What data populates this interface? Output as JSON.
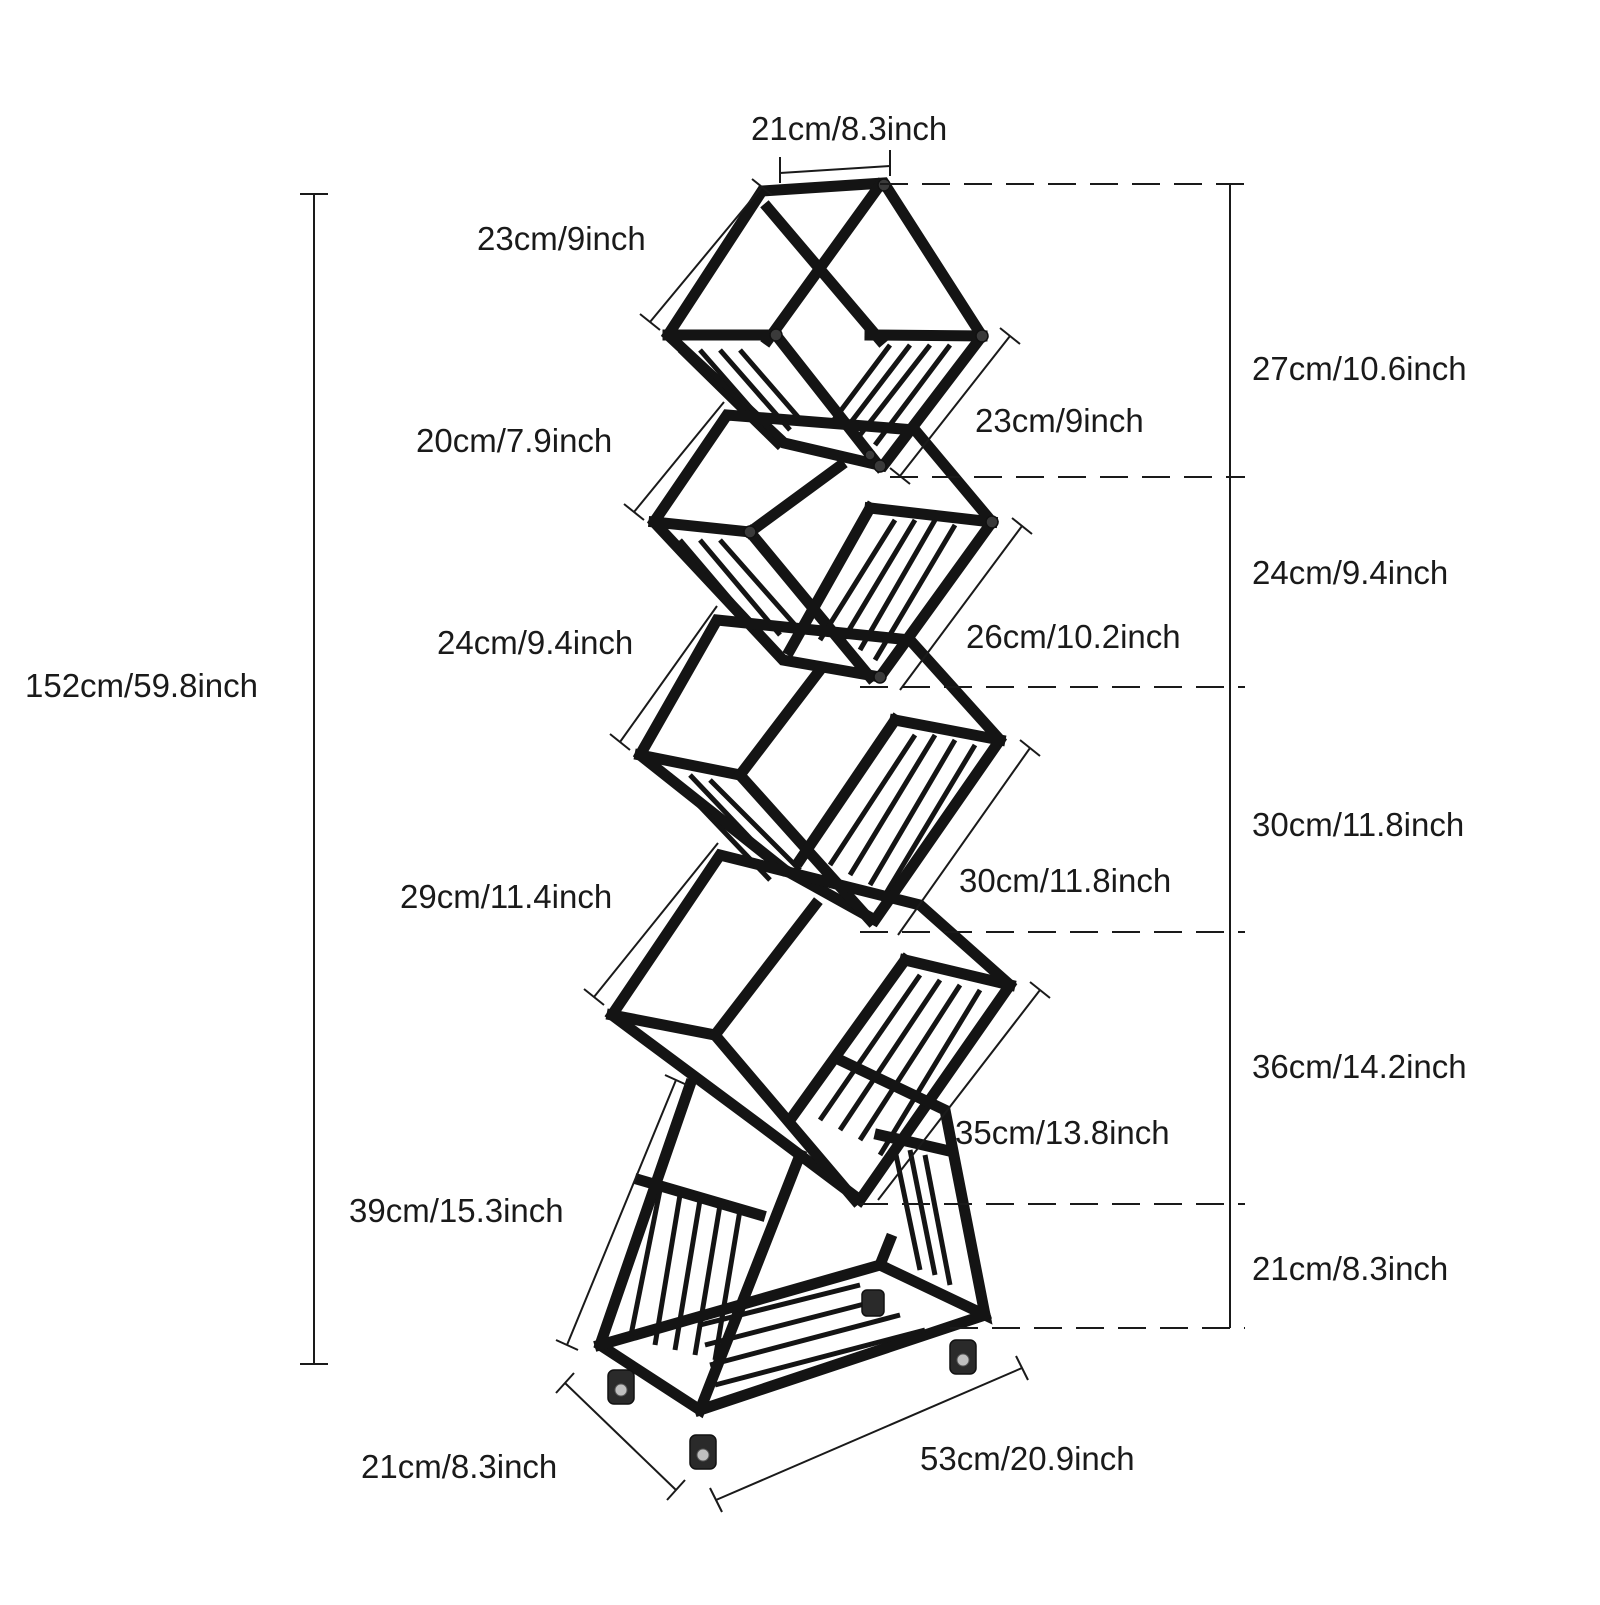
{
  "product": "zigzag-shelf-rack",
  "colors": {
    "frame": "#141414",
    "line": "#1a1a1a",
    "background": "#ffffff"
  },
  "dimensions": {
    "top_width": "21cm/8.3inch",
    "total_height": "152cm/59.8inch",
    "left_diagonals": [
      "23cm/9inch",
      "20cm/7.9inch",
      "24cm/9.4inch",
      "29cm/11.4inch",
      "39cm/15.3inch"
    ],
    "right_diagonals": [
      "23cm/9inch",
      "26cm/10.2inch",
      "30cm/11.8inch",
      "35cm/13.8inch"
    ],
    "tier_heights": [
      "27cm/10.6inch",
      "24cm/9.4inch",
      "30cm/11.8inch",
      "36cm/14.2inch",
      "21cm/8.3inch"
    ],
    "base_depth": "21cm/8.3inch",
    "base_length": "53cm/20.9inch"
  }
}
